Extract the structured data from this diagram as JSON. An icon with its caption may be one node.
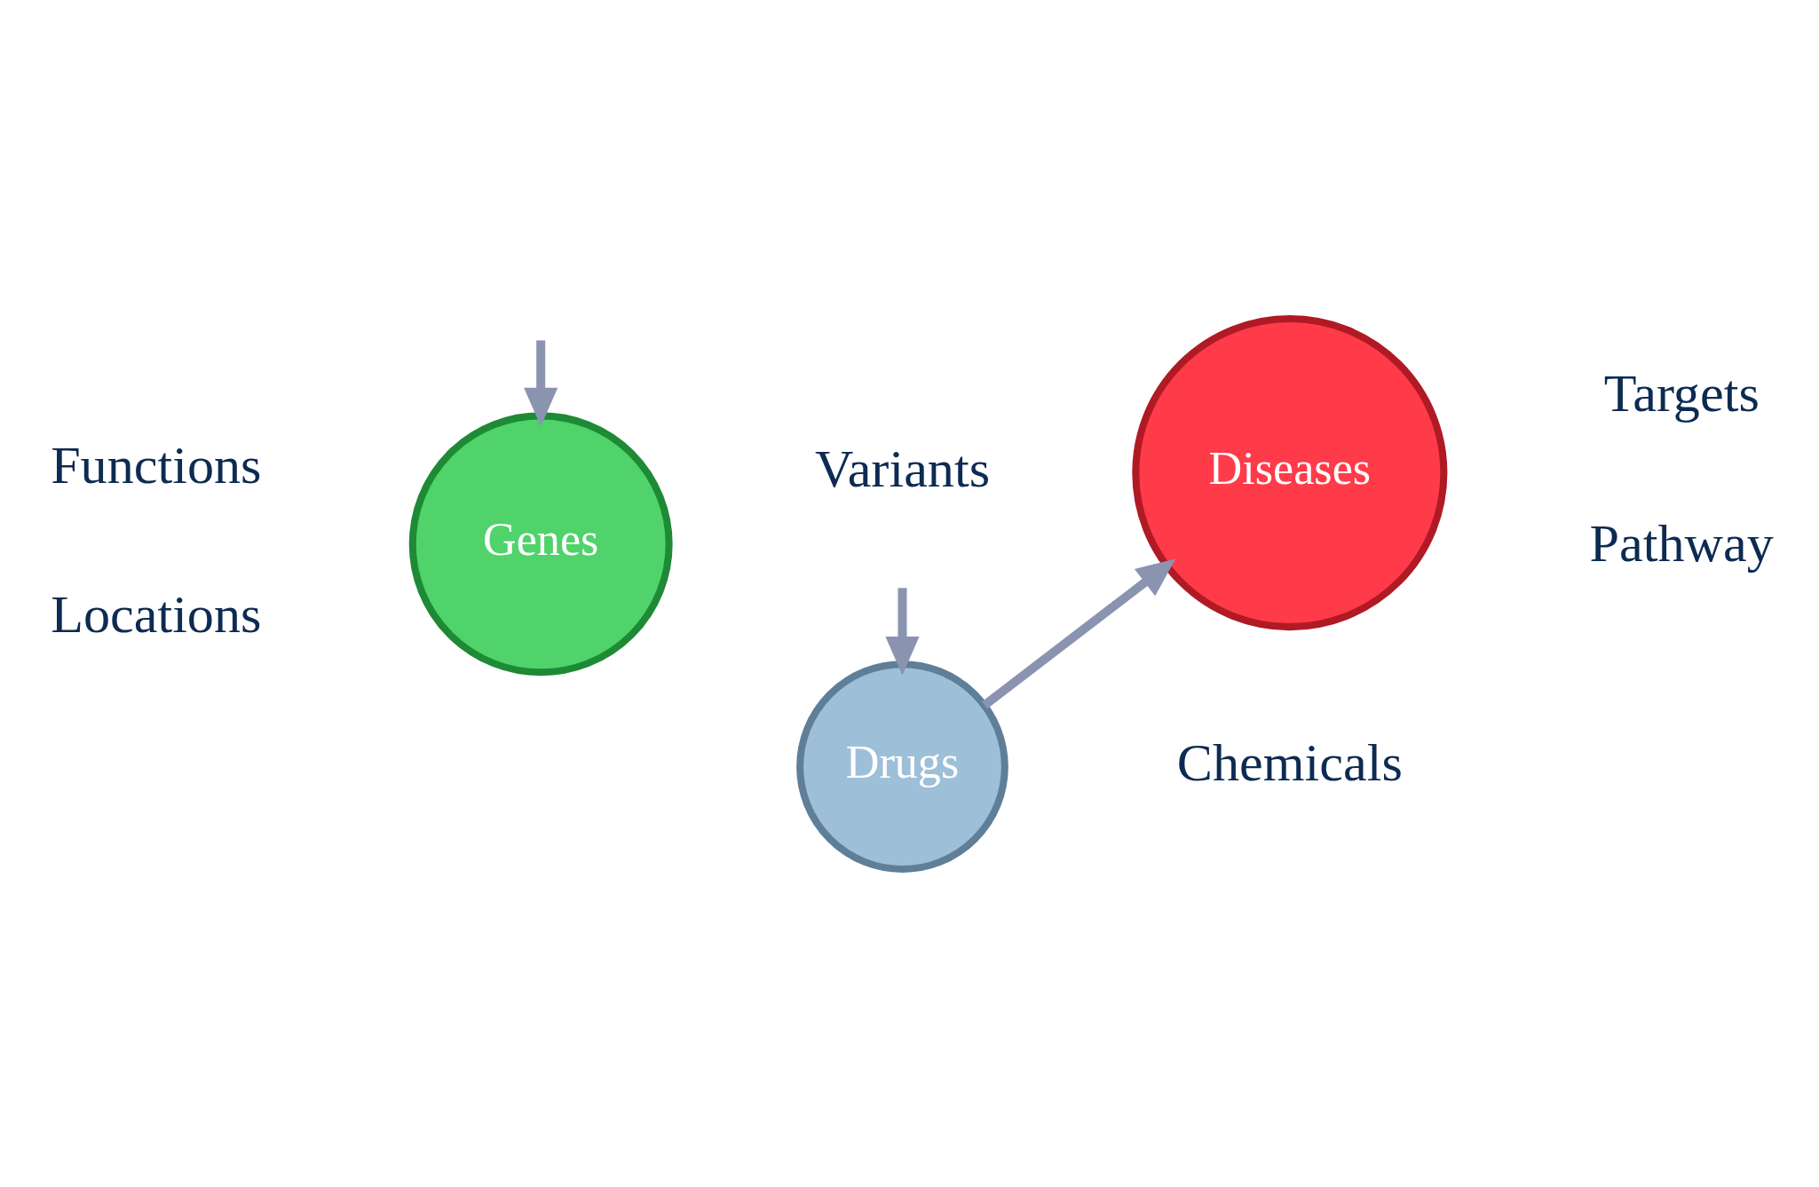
{
  "diagram": {
    "nodes": [
      {
        "text": [
          "Drugs"
        ]
      },
      {
        "text": [
          "Genes"
        ]
      },
      {
        "text": [
          "Diseases"
        ]
      }
    ],
    "edges": [
      {
        "from": null,
        "to": 1,
        "arrow": "to"
      },
      {
        "from": null,
        "to": 0,
        "arrow": "to"
      },
      {
        "from": 0,
        "to": 2,
        "arrow": "to"
      }
    ],
    "labels": [
      "Functions",
      "Chemicals",
      "Locations",
      "Targets",
      "Variants",
      "Pathway"
    ]
  }
}
